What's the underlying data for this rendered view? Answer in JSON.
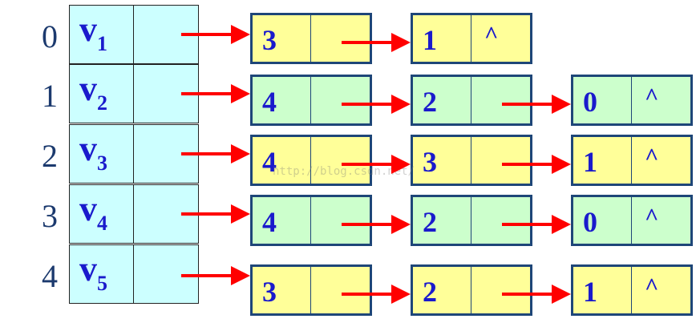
{
  "vertices": [
    {
      "index": "0",
      "name": "v",
      "sub": "1"
    },
    {
      "index": "1",
      "name": "v",
      "sub": "2"
    },
    {
      "index": "2",
      "name": "v",
      "sub": "3"
    },
    {
      "index": "3",
      "name": "v",
      "sub": "4"
    },
    {
      "index": "4",
      "name": "v",
      "sub": "5"
    }
  ],
  "rows": [
    [
      {
        "adj": "3",
        "next": "",
        "color": "y"
      },
      {
        "adj": "1",
        "next": "^",
        "color": "y"
      }
    ],
    [
      {
        "adj": "4",
        "next": "",
        "color": "g"
      },
      {
        "adj": "2",
        "next": "",
        "color": "g"
      },
      {
        "adj": "0",
        "next": "^",
        "color": "g"
      }
    ],
    [
      {
        "adj": "4",
        "next": "",
        "color": "y"
      },
      {
        "adj": "3",
        "next": "",
        "color": "y"
      },
      {
        "adj": "1",
        "next": "^",
        "color": "y"
      }
    ],
    [
      {
        "adj": "4",
        "next": "",
        "color": "g"
      },
      {
        "adj": "2",
        "next": "",
        "color": "g"
      },
      {
        "adj": "0",
        "next": "^",
        "color": "g"
      }
    ],
    [
      {
        "adj": "3",
        "next": "",
        "color": "y"
      },
      {
        "adj": "2",
        "next": "",
        "color": "y"
      },
      {
        "adj": "1",
        "next": "^",
        "color": "y"
      }
    ]
  ],
  "colors": {
    "yellow_node": "#ffff99",
    "green_node": "#ccffcc",
    "vertex_table": "#ccffff",
    "arrow": "#ff0000",
    "border": "#1e4678",
    "text": "#1a1acc"
  },
  "watermark": "http://blog.csdn.net/"
}
